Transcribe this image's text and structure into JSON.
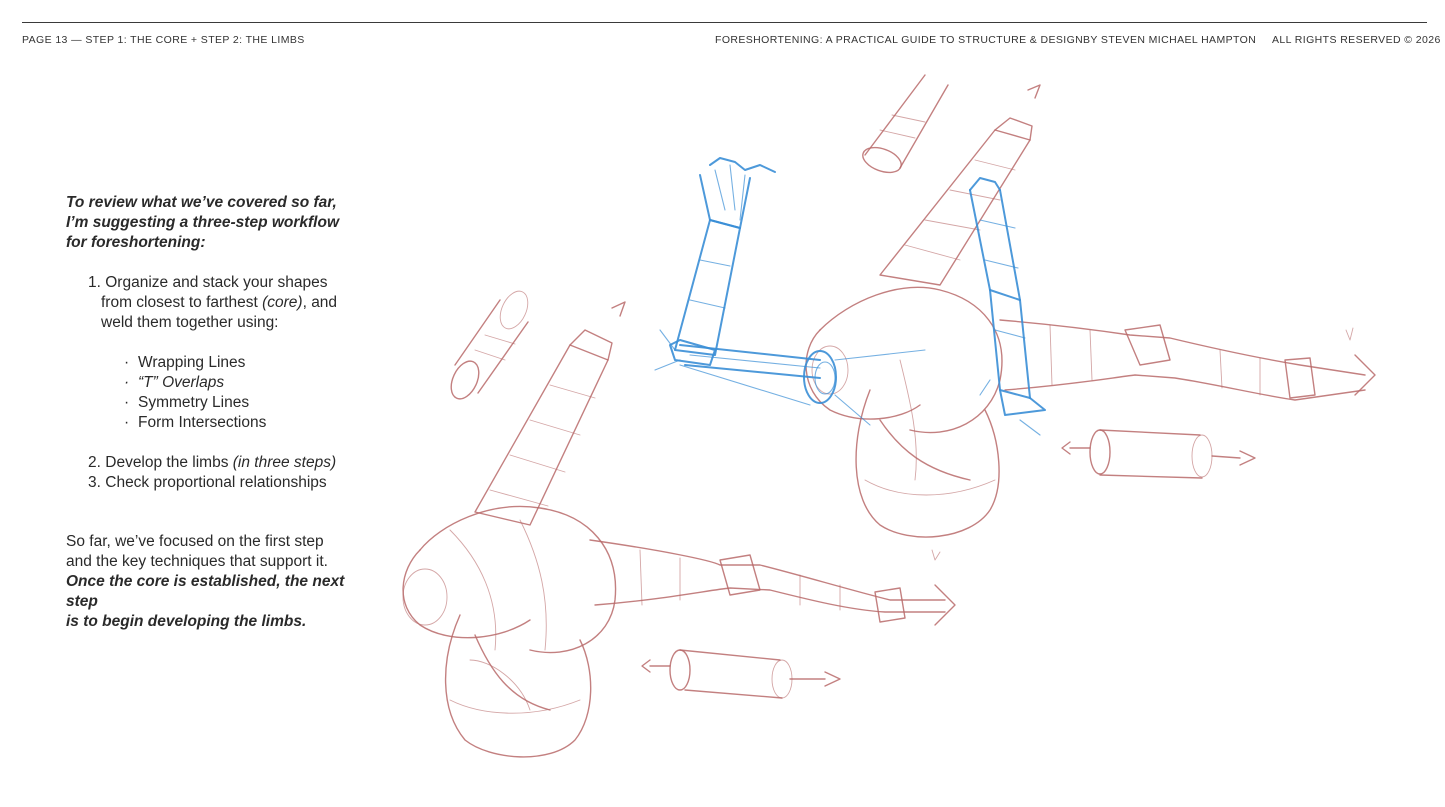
{
  "header": {
    "left": "PAGE 13 — STEP 1: THE CORE + STEP 2: THE LIMBS",
    "title": "FORESHORTENING: A PRACTICAL GUIDE TO STRUCTURE & DESIGN",
    "author": "BY STEVEN MICHAEL HAMPTON",
    "rights": "ALL RIGHTS RESERVED © 2026"
  },
  "intro": [
    "To review what we’ve covered so far,",
    "I’m suggesting a three-step workflow",
    "for foreshortening:"
  ],
  "steps": {
    "step1": {
      "num": "1.",
      "line1": "Organize and stack your shapes",
      "line2_pre": "from closest to farthest ",
      "line2_em": "(core)",
      "line2_post": ", and",
      "line3": "weld them together using:"
    },
    "bullets": [
      "Wrapping Lines",
      "“T” Overlaps",
      "Symmetry Lines",
      "Form Intersections"
    ],
    "step2": {
      "num": "2.",
      "text": "Develop the limbs ",
      "em": "(in three steps)"
    },
    "step3": {
      "num": "3.",
      "text": "Check proportional relationships"
    }
  },
  "summary": {
    "line1": "So far, we’ve focused on the first step",
    "line2": "and the key techniques that support it.",
    "bold1": "Once the core is established, the next step",
    "bold2": "is to begin developing the limbs."
  },
  "colors": {
    "sketch_red": "#b86a6a",
    "sketch_blue": "#3a8ed6",
    "rule": "#3a3a3a"
  }
}
